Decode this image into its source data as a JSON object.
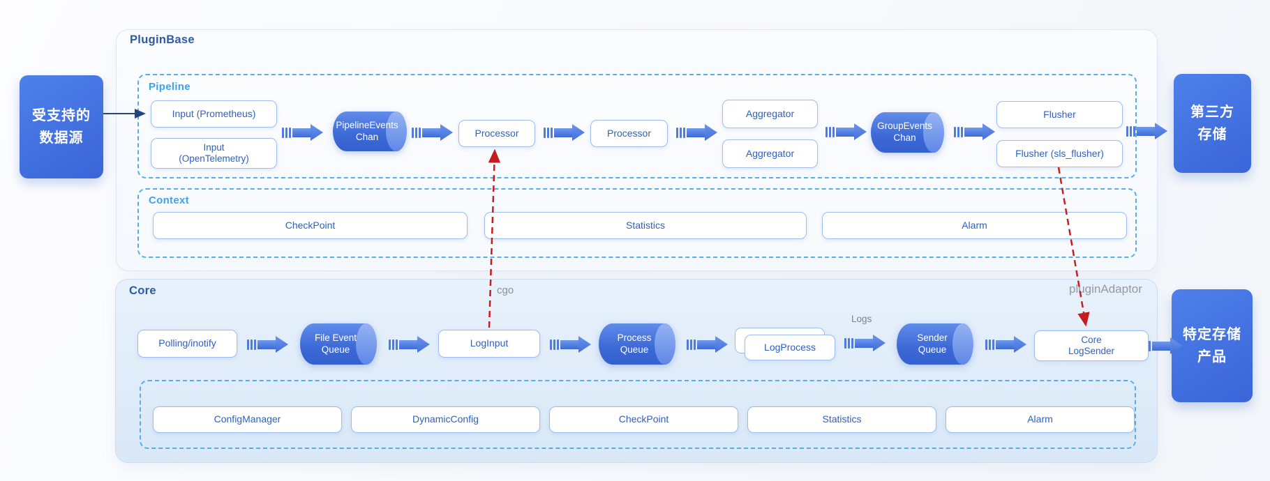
{
  "pluginbase": {
    "title": "PluginBase",
    "pipeline": {
      "title": "Pipeline",
      "nodes": {
        "input_prometheus": "Input (Prometheus)",
        "input_opentelemetry": {
          "lines": [
            "Input",
            "(OpenTelemetry)"
          ]
        },
        "pipeline_events_chan": {
          "lines": [
            "PipelineEvents",
            "Chan"
          ]
        },
        "processor_1": "Processor",
        "processor_2": "Processor",
        "aggregator_1": "Aggregator",
        "aggregator_2": "Aggregator",
        "group_events_chan": {
          "lines": [
            "GroupEvents",
            "Chan"
          ]
        },
        "flusher": "Flusher",
        "flusher_sls": "Flusher (sls_flusher)"
      }
    },
    "context": {
      "title": "Context",
      "nodes": {
        "checkpoint": "CheckPoint",
        "statistics": "Statistics",
        "alarm": "Alarm"
      }
    }
  },
  "core": {
    "title": "Core",
    "nodes": {
      "polling_inotify": "Polling/inotify",
      "file_event_queue": {
        "lines": [
          "File Event",
          "Queue"
        ]
      },
      "log_input": "LogInput",
      "process_queue": {
        "lines": [
          "Process",
          "Queue"
        ]
      },
      "log_process": "LogProcess",
      "sender_queue": {
        "lines": [
          "Sender",
          "Queue"
        ]
      },
      "core_log_sender": {
        "lines": [
          "Core",
          "LogSender"
        ]
      }
    },
    "services": {
      "config_manager": "ConfigManager",
      "dynamic_config": "DynamicConfig",
      "checkpoint": "CheckPoint",
      "statistics": "Statistics",
      "alarm": "Alarm"
    }
  },
  "endpoints": {
    "supported_sources": {
      "lines": [
        "受支持的",
        "数据源"
      ]
    },
    "third_party_storage": {
      "lines": [
        "第三方",
        "存储"
      ]
    },
    "specific_storage": {
      "lines": [
        "特定存储",
        "产品"
      ]
    }
  },
  "annotations": {
    "cgo": "cgo",
    "plugin_adaptor": "pluginAdaptor",
    "logs": "Logs"
  },
  "colors": {
    "accent_blue": "#3F6BD9",
    "node_border": "#9DBDEF",
    "node_text": "#2D5FC5",
    "dashed_border": "#55AEE8",
    "section_title": "#2B5AA8",
    "subsection_title": "#3FA2EC",
    "red_arrow": "#C41E1E",
    "gray_label": "#8A9099"
  }
}
